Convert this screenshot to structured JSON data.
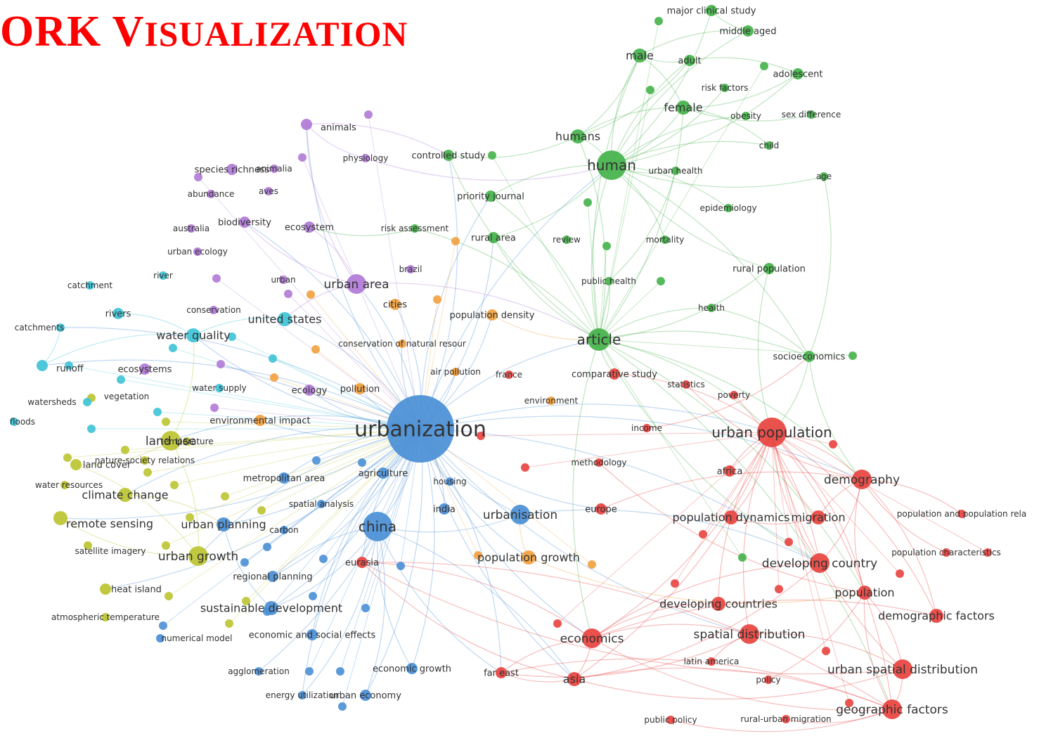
{
  "title": {
    "cap": "",
    "rest": "ORK",
    "cap2": "V",
    "rest2": "ISUALIZATION"
  },
  "clusters": {
    "red": "#e8433f",
    "green": "#44b24a",
    "blue": "#4a8fd6",
    "yellow": "#bcc431",
    "purple": "#b07ad6",
    "cyan": "#3ec3d6",
    "orange": "#f2a03d"
  },
  "nodes": [
    {
      "id": "urbanization",
      "label": "urbanization",
      "c": "blue",
      "s": 10
    },
    {
      "id": "china",
      "label": "china",
      "c": "blue",
      "s": 5
    },
    {
      "id": "urbanisation",
      "label": "urbanisation",
      "c": "blue",
      "s": 4
    },
    {
      "id": "sustainable_development",
      "label": "sustainable development",
      "c": "blue",
      "s": 3
    },
    {
      "id": "regional_planning",
      "label": "regional planning",
      "c": "blue",
      "s": 2
    },
    {
      "id": "economic_social",
      "label": "economic and social effects",
      "c": "blue",
      "s": 2
    },
    {
      "id": "economic_growth",
      "label": "economic growth",
      "c": "blue",
      "s": 2
    },
    {
      "id": "urban_economy",
      "label": "urban economy",
      "c": "blue",
      "s": 2
    },
    {
      "id": "energy_utilization",
      "label": "energy utilization",
      "c": "blue",
      "s": 1
    },
    {
      "id": "agglomeration",
      "label": "agglomeration",
      "c": "blue",
      "s": 1
    },
    {
      "id": "numerical_model",
      "label": "numerical model",
      "c": "blue",
      "s": 1
    },
    {
      "id": "housing",
      "label": "housing",
      "c": "blue",
      "s": 1
    },
    {
      "id": "india",
      "label": "india",
      "c": "blue",
      "s": 2
    },
    {
      "id": "spatial_analysis",
      "label": "spatial analysis",
      "c": "blue",
      "s": 1
    },
    {
      "id": "carbon",
      "label": "carbon",
      "c": "blue",
      "s": 1
    },
    {
      "id": "metropolitan_area",
      "label": "metropolitan area",
      "c": "blue",
      "s": 2
    },
    {
      "id": "agriculture",
      "label": "agriculture",
      "c": "blue",
      "s": 2
    },
    {
      "id": "urban_planning",
      "label": "urban planning",
      "c": "blue",
      "s": 3
    },
    {
      "id": "land_use",
      "label": "land use",
      "c": "yellow",
      "s": 4
    },
    {
      "id": "land_cover",
      "label": "land cover",
      "c": "yellow",
      "s": 2
    },
    {
      "id": "climate_change",
      "label": "climate change",
      "c": "yellow",
      "s": 3
    },
    {
      "id": "remote_sensing",
      "label": "remote sensing",
      "c": "yellow",
      "s": 3
    },
    {
      "id": "urban_growth",
      "label": "urban growth",
      "c": "yellow",
      "s": 4
    },
    {
      "id": "satellite_imagery",
      "label": "satellite imagery",
      "c": "yellow",
      "s": 1
    },
    {
      "id": "heat_island",
      "label": "heat island",
      "c": "yellow",
      "s": 2
    },
    {
      "id": "atmospheric_temperature",
      "label": "atmospheric temperature",
      "c": "yellow",
      "s": 1
    },
    {
      "id": "temperature",
      "label": "temperature",
      "c": "yellow",
      "s": 1
    },
    {
      "id": "nature_society",
      "label": "nature-society relations",
      "c": "yellow",
      "s": 1
    },
    {
      "id": "water_resources",
      "label": "water resources",
      "c": "yellow",
      "s": 1
    },
    {
      "id": "vegetation",
      "label": "vegetation",
      "c": "yellow",
      "s": 1
    },
    {
      "id": "watersheds",
      "label": "watersheds",
      "c": "cyan",
      "s": 1
    },
    {
      "id": "floods",
      "label": "floods",
      "c": "cyan",
      "s": 1
    },
    {
      "id": "runoff",
      "label": "runoff",
      "c": "cyan",
      "s": 2
    },
    {
      "id": "catchments",
      "label": "catchments",
      "c": "cyan",
      "s": 1
    },
    {
      "id": "catchment",
      "label": "catchment",
      "c": "cyan",
      "s": 1
    },
    {
      "id": "rivers",
      "label": "rivers",
      "c": "cyan",
      "s": 2
    },
    {
      "id": "water_quality",
      "label": "water quality",
      "c": "cyan",
      "s": 3
    },
    {
      "id": "united_states",
      "label": "united states",
      "c": "cyan",
      "s": 3
    },
    {
      "id": "water_supply",
      "label": "water supply",
      "c": "cyan",
      "s": 1
    },
    {
      "id": "river",
      "label": "river",
      "c": "cyan",
      "s": 1
    },
    {
      "id": "ecosystems",
      "label": "ecosystems",
      "c": "purple",
      "s": 2
    },
    {
      "id": "ecology",
      "label": "ecology",
      "c": "purple",
      "s": 2
    },
    {
      "id": "urban_area",
      "label": "urban area",
      "c": "purple",
      "s": 4
    },
    {
      "id": "animals",
      "label": "animals",
      "c": "purple",
      "s": 2
    },
    {
      "id": "physiology",
      "label": "physiology",
      "c": "purple",
      "s": 1
    },
    {
      "id": "species_richness",
      "label": "species richness",
      "c": "purple",
      "s": 2
    },
    {
      "id": "animalia",
      "label": "animalia",
      "c": "purple",
      "s": 1
    },
    {
      "id": "aves",
      "label": "aves",
      "c": "purple",
      "s": 1
    },
    {
      "id": "abundance",
      "label": "abundance",
      "c": "purple",
      "s": 1
    },
    {
      "id": "biodiversity",
      "label": "biodiversity",
      "c": "purple",
      "s": 2
    },
    {
      "id": "ecosystem",
      "label": "ecosystem",
      "c": "purple",
      "s": 2
    },
    {
      "id": "australia",
      "label": "australia",
      "c": "purple",
      "s": 1
    },
    {
      "id": "urban_ecology",
      "label": "urban ecology",
      "c": "purple",
      "s": 1
    },
    {
      "id": "urban",
      "label": "urban",
      "c": "purple",
      "s": 1
    },
    {
      "id": "conservation",
      "label": "conservation",
      "c": "purple",
      "s": 1
    },
    {
      "id": "brazil",
      "label": "brazil",
      "c": "purple",
      "s": 1
    },
    {
      "id": "cities",
      "label": "cities",
      "c": "orange",
      "s": 2
    },
    {
      "id": "population_density",
      "label": "population density",
      "c": "orange",
      "s": 2
    },
    {
      "id": "conservation_natural",
      "label": "conservation of natural resour",
      "c": "orange",
      "s": 1
    },
    {
      "id": "air_pollution",
      "label": "air pollution",
      "c": "orange",
      "s": 1
    },
    {
      "id": "pollution",
      "label": "pollution",
      "c": "orange",
      "s": 2
    },
    {
      "id": "environmental_impact",
      "label": "environmental impact",
      "c": "orange",
      "s": 2
    },
    {
      "id": "population_growth",
      "label": "population growth",
      "c": "orange",
      "s": 3
    },
    {
      "id": "environment",
      "label": "environment",
      "c": "orange",
      "s": 1
    },
    {
      "id": "risk_assessment",
      "label": "risk assessment",
      "c": "green",
      "s": 1
    },
    {
      "id": "controlled_study",
      "label": "controlled study",
      "c": "green",
      "s": 2
    },
    {
      "id": "priority_journal",
      "label": "priority journal",
      "c": "green",
      "s": 2
    },
    {
      "id": "rural_area",
      "label": "rural area",
      "c": "green",
      "s": 2
    },
    {
      "id": "review",
      "label": "review",
      "c": "green",
      "s": 1
    },
    {
      "id": "mortality",
      "label": "mortality",
      "c": "green",
      "s": 1
    },
    {
      "id": "public_health",
      "label": "public health",
      "c": "green",
      "s": 1
    },
    {
      "id": "health",
      "label": "health",
      "c": "green",
      "s": 1
    },
    {
      "id": "article",
      "label": "article",
      "c": "green",
      "s": 6
    },
    {
      "id": "human",
      "label": "human",
      "c": "green",
      "s": 5
    },
    {
      "id": "humans",
      "label": "humans",
      "c": "green",
      "s": 3
    },
    {
      "id": "urban_health",
      "label": "urban health",
      "c": "green",
      "s": 1
    },
    {
      "id": "epidemiology",
      "label": "epidemiology",
      "c": "green",
      "s": 1
    },
    {
      "id": "rural_population",
      "label": "rural population",
      "c": "green",
      "s": 2
    },
    {
      "id": "socioeconomics",
      "label": "socioeconomics",
      "c": "green",
      "s": 2
    },
    {
      "id": "major_clinical_study",
      "label": "major clinical study",
      "c": "green",
      "s": 2
    },
    {
      "id": "middle_aged",
      "label": "middle aged",
      "c": "green",
      "s": 2
    },
    {
      "id": "male",
      "label": "male",
      "c": "green",
      "s": 3
    },
    {
      "id": "adult",
      "label": "adult",
      "c": "green",
      "s": 2
    },
    {
      "id": "adolescent",
      "label": "adolescent",
      "c": "green",
      "s": 2
    },
    {
      "id": "risk_factors",
      "label": "risk factors",
      "c": "green",
      "s": 1
    },
    {
      "id": "female",
      "label": "female",
      "c": "green",
      "s": 3
    },
    {
      "id": "obesity",
      "label": "obesity",
      "c": "green",
      "s": 1
    },
    {
      "id": "sex_difference",
      "label": "sex difference",
      "c": "green",
      "s": 1
    },
    {
      "id": "child",
      "label": "child",
      "c": "green",
      "s": 1
    },
    {
      "id": "age",
      "label": "age",
      "c": "green",
      "s": 1
    },
    {
      "id": "comparative_study",
      "label": "comparative study",
      "c": "red",
      "s": 2
    },
    {
      "id": "statistics",
      "label": "statistics",
      "c": "red",
      "s": 1
    },
    {
      "id": "poverty",
      "label": "poverty",
      "c": "red",
      "s": 1
    },
    {
      "id": "income",
      "label": "income",
      "c": "red",
      "s": 1
    },
    {
      "id": "methodology",
      "label": "methodology",
      "c": "red",
      "s": 1
    },
    {
      "id": "france",
      "label": "france",
      "c": "red",
      "s": 1
    },
    {
      "id": "urban_population",
      "label": "urban population",
      "c": "red",
      "s": 5
    },
    {
      "id": "africa",
      "label": "africa",
      "c": "red",
      "s": 2
    },
    {
      "id": "demography",
      "label": "demography",
      "c": "red",
      "s": 4
    },
    {
      "id": "europe",
      "label": "europe",
      "c": "red",
      "s": 2
    },
    {
      "id": "population_dynamics",
      "label": "population dynamics",
      "c": "red",
      "s": 3
    },
    {
      "id": "migration",
      "label": "migration",
      "c": "red",
      "s": 3
    },
    {
      "id": "pop_pop_rel",
      "label": "population and population rela",
      "c": "red",
      "s": 1
    },
    {
      "id": "population_characteristics",
      "label": "population characteristics",
      "c": "red",
      "s": 1
    },
    {
      "id": "developing_country",
      "label": "developing country",
      "c": "red",
      "s": 4
    },
    {
      "id": "population",
      "label": "population",
      "c": "red",
      "s": 3
    },
    {
      "id": "developing_countries",
      "label": "developing countries",
      "c": "red",
      "s": 3
    },
    {
      "id": "demographic_factors",
      "label": "demographic factors",
      "c": "red",
      "s": 3
    },
    {
      "id": "spatial_distribution",
      "label": "spatial distribution",
      "c": "red",
      "s": 4
    },
    {
      "id": "economics",
      "label": "economics",
      "c": "red",
      "s": 4
    },
    {
      "id": "eurasia",
      "label": "eurasia",
      "c": "red",
      "s": 2
    },
    {
      "id": "latin_america",
      "label": "latin america",
      "c": "red",
      "s": 1
    },
    {
      "id": "policy",
      "label": "policy",
      "c": "red",
      "s": 1
    },
    {
      "id": "urban_spatial_distribution",
      "label": "urban spatial distribution",
      "c": "red",
      "s": 4
    },
    {
      "id": "far_east",
      "label": "far east",
      "c": "red",
      "s": 2
    },
    {
      "id": "asia",
      "label": "asia",
      "c": "red",
      "s": 3
    },
    {
      "id": "geographic_factors",
      "label": "geographic factors",
      "c": "red",
      "s": 4
    },
    {
      "id": "public_policy",
      "label": "public policy",
      "c": "red",
      "s": 1
    },
    {
      "id": "rural_urban_migration",
      "label": "rural-urban migration",
      "c": "red",
      "s": 1
    }
  ]
}
